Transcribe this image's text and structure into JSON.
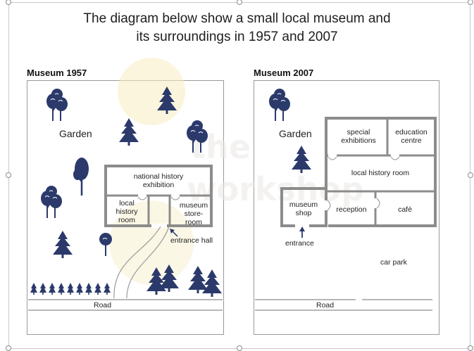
{
  "title": {
    "line1": "The diagram below show a small local museum and",
    "line2": "its surroundings in 1957 and 2007"
  },
  "map1957": {
    "heading": "Museum 1957",
    "garden": "Garden",
    "rooms": {
      "national": [
        "national history",
        "exhibition"
      ],
      "local": [
        "local",
        "history",
        "room"
      ],
      "store": [
        "museum",
        "store-",
        "room"
      ]
    },
    "entrance_hall": "entrance hall",
    "road": "Road"
  },
  "map2007": {
    "heading": "Museum 2007",
    "garden": "Garden",
    "rooms": {
      "special": [
        "special",
        "exhibitions"
      ],
      "education": [
        "education",
        "centre"
      ],
      "local": "local history room",
      "shop": [
        "museum",
        "shop"
      ],
      "reception": "reception",
      "cafe": "café"
    },
    "entrance": "entrance",
    "car_park": "car park",
    "road": "Road"
  },
  "colors": {
    "tree": "#2b3a6b",
    "wall": "#8c8c8c",
    "watermark": "#f6ecc0"
  }
}
